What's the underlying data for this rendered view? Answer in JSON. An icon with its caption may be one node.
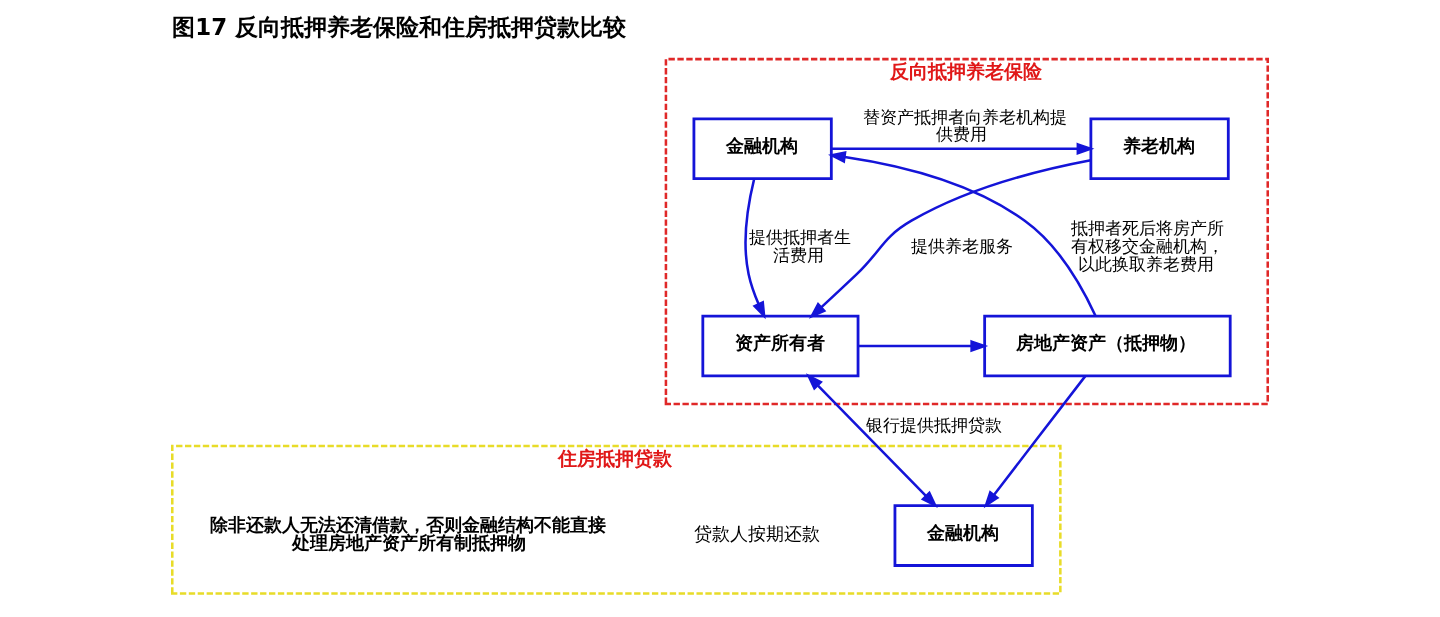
{
  "diagram": {
    "title": "图17 反向抵押养老保险和住房抵押贷款比较",
    "nodes": [
      {
        "text": [
          "反向抵押养老保险"
        ]
      },
      {
        "text": [
          "金融机构"
        ],
        "in": 0
      },
      {
        "text": [
          "养老机构"
        ],
        "in": 0
      },
      {
        "text": [
          "房地产资产（抵押物）"
        ],
        "in": 0
      },
      {
        "text": [
          "资产所有者"
        ],
        "in": 0
      },
      {
        "text": [
          "住房抵押贷款"
        ]
      },
      {
        "text": [
          "金融机构"
        ],
        "in": 5
      }
    ],
    "edges": [
      {
        "from": 1,
        "to": 2,
        "arrow": "to",
        "label": "替资产抵押者向养老机构提供费用"
      },
      {
        "from": 1,
        "to": 4,
        "arrow": "to",
        "label": "提供抵押者生活费用"
      },
      {
        "from": 2,
        "to": 4,
        "arrow": "to",
        "label": "提供养老服务"
      },
      {
        "from": 4,
        "to": 3,
        "arrow": "to"
      },
      {
        "from": 3,
        "to": 1,
        "arrow": "to",
        "label": "抵押者死后将房产所有权移交金融机构，以此换取养老费用"
      },
      {
        "from": 3,
        "to": 6,
        "arrow": "to"
      },
      {
        "from": 4,
        "to": 6,
        "arrow": "both",
        "label": "银行提供抵押贷款"
      }
    ],
    "labels": [
      "贷款人按期还款",
      "除非还款人无法还清借款，否则金融结构不能直接处理房地产资产所有制抵押物"
    ]
  }
}
